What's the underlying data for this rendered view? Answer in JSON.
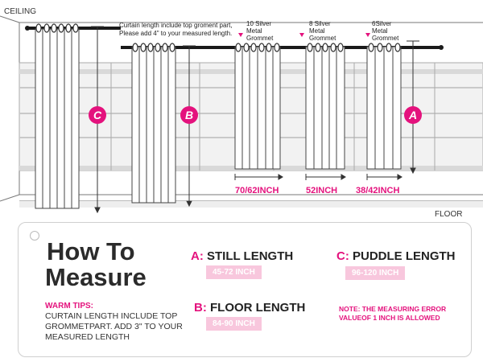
{
  "top_labels": {
    "ceiling": "CEILING",
    "floor": "FLOOR"
  },
  "note_top": {
    "line1": "Curtain length include top groment part,",
    "line2": "Please add 4\" to your measured length."
  },
  "grommets": [
    {
      "line1": "10 Silver",
      "line2": "Metal",
      "line3": "Grommet"
    },
    {
      "line1": "8 Silver",
      "line2": "Metal",
      "line3": "Grommet"
    },
    {
      "line1": "6Silver",
      "line2": "Metal",
      "line3": "Grommet"
    }
  ],
  "widths": [
    "70/62INCH",
    "52INCH",
    "38/42INCH"
  ],
  "badges": {
    "a": "A",
    "b": "B",
    "c": "C"
  },
  "card": {
    "title_line1": "How To",
    "title_line2": "Measure",
    "a": {
      "letter": "A:",
      "label": "STILL LENGTH",
      "range": "45-72 INCH"
    },
    "b": {
      "letter": "B:",
      "label": "FLOOR LENGTH",
      "range": "84-90 INCH"
    },
    "c": {
      "letter": "C:",
      "label": "PUDDLE LENGTH",
      "range": "96-120 INCH"
    },
    "tips_heading": "WARM TIPS:",
    "tips_line1": "CURTAIN LENGTH INCLUDE TOP",
    "tips_line2": "GROMMETPART. ADD 3\" TO YOUR",
    "tips_line3": "MEASURED LENGTH",
    "note_line1": "NOTE: THE MEASURING ERROR",
    "note_line2": "VALUEOF 1 INCH IS ALLOWED"
  },
  "colors": {
    "accent": "#e4127d",
    "accent_light": "#f8c7dd",
    "rod": "#1a1a1a",
    "line": "#555555"
  }
}
